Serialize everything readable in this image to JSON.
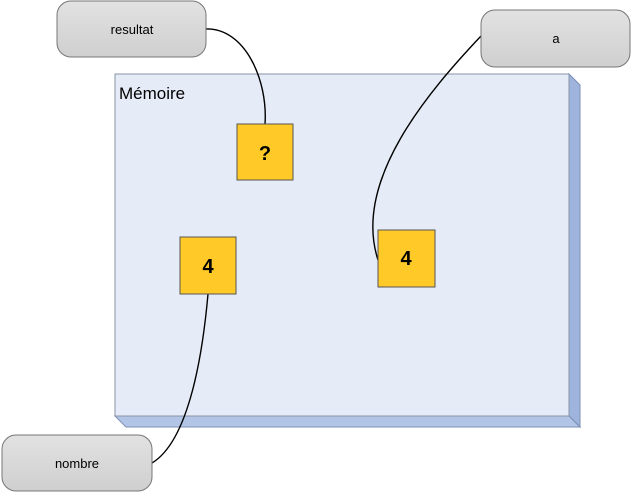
{
  "memory": {
    "label": "Mémoire"
  },
  "cells": [
    {
      "id": "resultat",
      "value": "?"
    },
    {
      "id": "nombre",
      "value": "4"
    },
    {
      "id": "a",
      "value": "4"
    }
  ],
  "variables": [
    {
      "name": "resultat"
    },
    {
      "name": "a"
    },
    {
      "name": "nombre"
    }
  ],
  "colors": {
    "memory_fill": "#e6ecf7",
    "memory_depth": "#a9bde3",
    "cell_fill": "#ffc928",
    "label_fill": "#dadada"
  }
}
